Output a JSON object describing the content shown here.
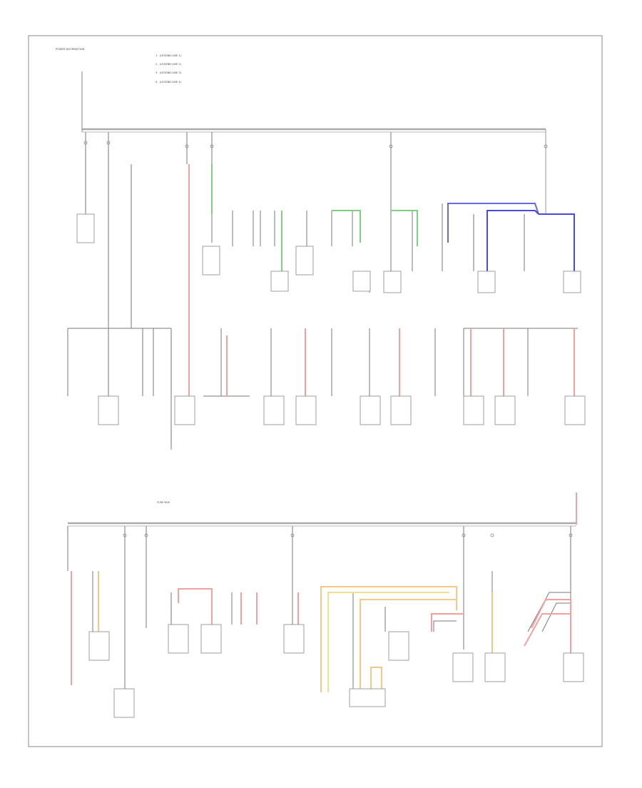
{
  "legend": {
    "lines": [
      "1 - (LEGEND LINE 1)",
      "2 - (LEGEND LINE 2)",
      "3 - (LEGEND LINE 3)",
      "4 - (LEGEND LINE 4)"
    ]
  },
  "source_label": "POWER DISTRIBUTION",
  "mid_bus_label": "FUSE BOX",
  "corner_label": "",
  "colors": {
    "wire": "#7a7a7a",
    "bus": "#999999",
    "red": "#f2a0a0",
    "green": "#7fcf7f",
    "blue": "#4a4ad8",
    "orange": "#f5c78a",
    "yellow": "#f5e08a"
  }
}
